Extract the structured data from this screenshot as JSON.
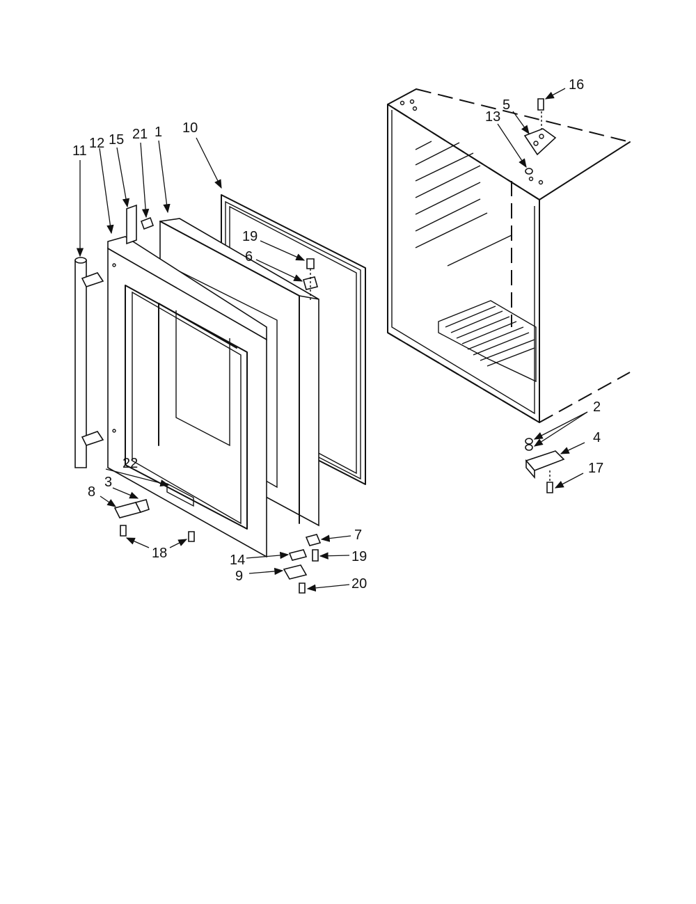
{
  "diagram": {
    "callouts": [
      {
        "id": "c11",
        "text": "11"
      },
      {
        "id": "c12",
        "text": "12"
      },
      {
        "id": "c15",
        "text": "15"
      },
      {
        "id": "c21",
        "text": "21"
      },
      {
        "id": "c1",
        "text": "1"
      },
      {
        "id": "c10",
        "text": "10"
      },
      {
        "id": "c19a",
        "text": "19"
      },
      {
        "id": "c6",
        "text": "6"
      },
      {
        "id": "c22",
        "text": "22"
      },
      {
        "id": "c3",
        "text": "3"
      },
      {
        "id": "c8",
        "text": "8"
      },
      {
        "id": "c18",
        "text": "18"
      },
      {
        "id": "c7",
        "text": "7"
      },
      {
        "id": "c14",
        "text": "14"
      },
      {
        "id": "c19b",
        "text": "19"
      },
      {
        "id": "c9",
        "text": "9"
      },
      {
        "id": "c20",
        "text": "20"
      },
      {
        "id": "c16",
        "text": "16"
      },
      {
        "id": "c5",
        "text": "5"
      },
      {
        "id": "c13",
        "text": "13"
      },
      {
        "id": "c2",
        "text": "2"
      },
      {
        "id": "c4",
        "text": "4"
      },
      {
        "id": "c17",
        "text": "17"
      }
    ]
  }
}
